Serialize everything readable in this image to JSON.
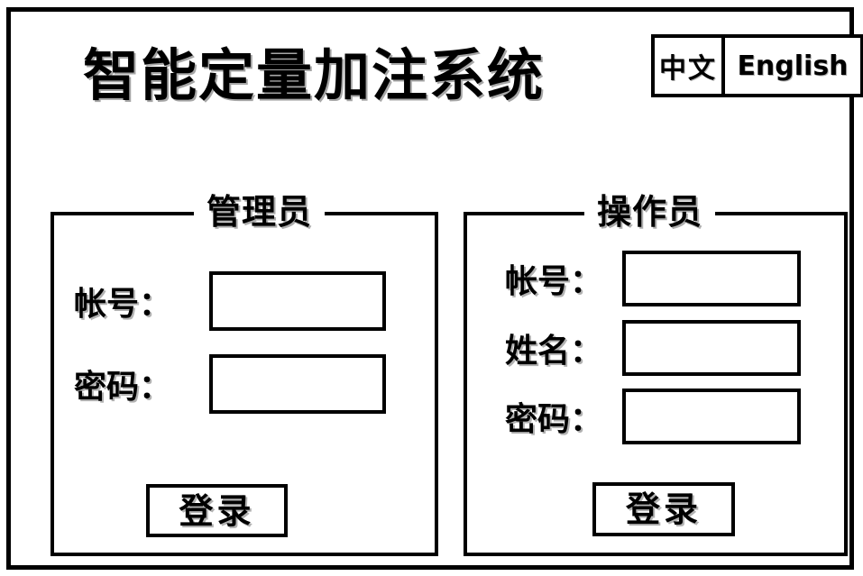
{
  "app": {
    "title": "智能定量加注系统"
  },
  "language_toggle": {
    "name": "language-toggle",
    "options": [
      {
        "id": "zh",
        "label": "中文"
      },
      {
        "id": "en",
        "label": "English"
      }
    ]
  },
  "panels": {
    "admin": {
      "legend": "管理员",
      "fields": [
        {
          "id": "account",
          "label": "帐号：",
          "value": "",
          "placeholder": ""
        },
        {
          "id": "password",
          "label": "密码：",
          "value": "",
          "placeholder": ""
        }
      ],
      "login_label": "登录"
    },
    "operator": {
      "legend": "操作员",
      "fields": [
        {
          "id": "account",
          "label": "帐号：",
          "value": "",
          "placeholder": ""
        },
        {
          "id": "name",
          "label": "姓名：",
          "value": "",
          "placeholder": ""
        },
        {
          "id": "password",
          "label": "密码：",
          "value": "",
          "placeholder": ""
        }
      ],
      "login_label": "登录"
    }
  },
  "colors": {
    "border": "#000000",
    "background": "#ffffff",
    "text": "#000000"
  }
}
